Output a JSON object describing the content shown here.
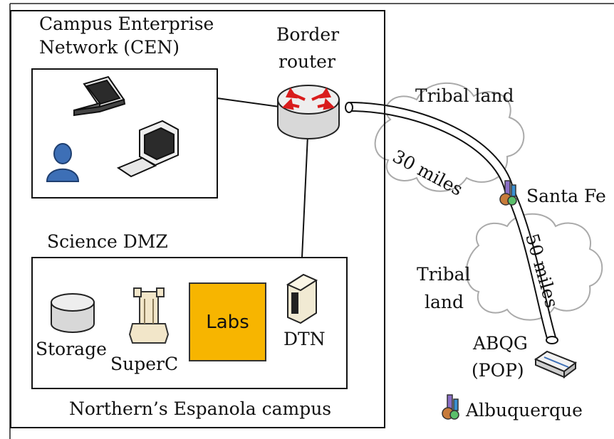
{
  "labels": {
    "cen_line1": "Campus Enterprise",
    "cen_line2": "Network (CEN)",
    "border_line1": "Border",
    "border_line2": "router",
    "tribal_top": "Tribal land",
    "miles_30": "30 miles",
    "santa_fe": "Santa Fe",
    "science_dmz": "Science DMZ",
    "tribal_mid_line1": "Tribal",
    "tribal_mid_line2": "land",
    "miles_50": "50 miles",
    "storage": "Storage",
    "superc": "SuperC",
    "labs": "Labs",
    "dtn": "DTN",
    "abqg_line1": "ABQG",
    "abqg_line2": "(POP)",
    "campus": "Northern’s Espanola campus",
    "albuquerque": "Albuquerque"
  },
  "colors": {
    "labs_fill": "#f7b500",
    "router_arrows": "#d91c1c",
    "user_blue": "#3d6fb6"
  },
  "icons": [
    "laptop-icon",
    "user-icon",
    "desktop-icon",
    "router-icon",
    "storage-icon",
    "supercomputer-icon",
    "server-icon",
    "switch-icon",
    "city-icon",
    "cloud-icon"
  ]
}
